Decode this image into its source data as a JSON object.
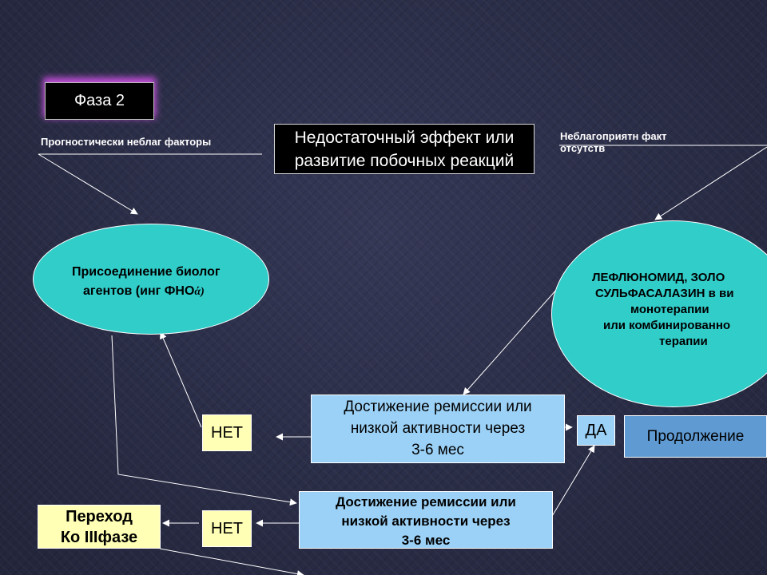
{
  "phase": {
    "label": "Фаза 2"
  },
  "left_factors": {
    "label": "Прогностически неблаг факторы"
  },
  "right_factors": {
    "line1": "Неблагоприятн факт",
    "line2": "отсутств"
  },
  "insufficient": {
    "line1": "Недостаточный эффект или",
    "line2": "развитие побочных реакций"
  },
  "biologic": {
    "line1": "Присоединение биолог",
    "line2": "агентов (инг ФНО",
    "symbol": "ά)"
  },
  "dmard": {
    "line1": "ЛЕФЛЮНОМИД, ЗОЛО",
    "line2": "СУЛЬФАСАЛАЗИН в ви",
    "line3": "монотерапии",
    "line4": "или комбинированно",
    "line5": "терапии"
  },
  "remission_upper": {
    "line1": "Достижение ремиссии или",
    "line2": "низкой активности через",
    "line3": "3-6 мес"
  },
  "remission_lower": {
    "line1": "Достижение ремиссии или",
    "line2": "низкой активности через",
    "line3": "3-6 мес"
  },
  "no_upper": {
    "label": "НЕТ"
  },
  "no_lower": {
    "label": "НЕТ"
  },
  "yes": {
    "label": "ДА"
  },
  "continue": {
    "label": "Продолжение"
  },
  "transition": {
    "line1": "Переход",
    "line2": "Ко IIIфазе"
  },
  "colors": {
    "background": "#2c2f4a",
    "ellipse": "#31cdc9",
    "box_light": "#9bd1f6",
    "box_mid": "#5f9ad2",
    "box_yellow": "#ffffb5",
    "phase_glow": "#c24fd8"
  }
}
